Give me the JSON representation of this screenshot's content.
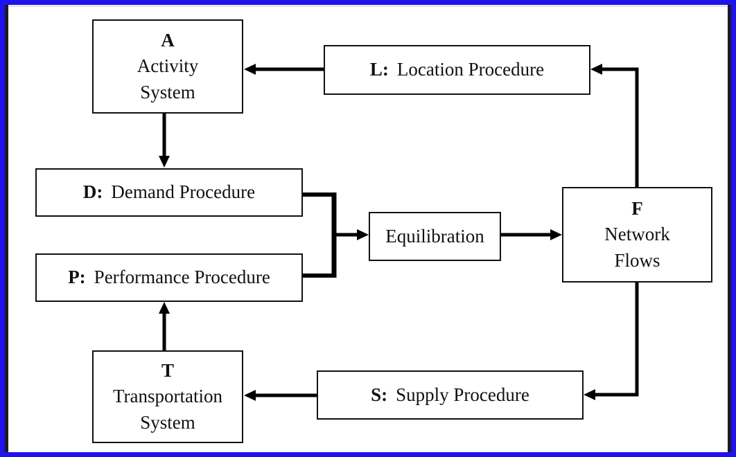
{
  "frame": {
    "border_color": "#2012ee",
    "side_strip_color": "#1b1b22",
    "top_strip_color": "#e9e9ec",
    "background": "#ffffff",
    "line_color": "#000000"
  },
  "nodes": {
    "activity": {
      "letter": "A",
      "line1": "Activity",
      "line2": "System"
    },
    "location": {
      "prefix": "L:",
      "label": "Location Procedure"
    },
    "demand": {
      "prefix": "D:",
      "label": "Demand Procedure"
    },
    "performance": {
      "prefix": "P:",
      "label": "Performance Procedure"
    },
    "equilibration": {
      "label": "Equilibration"
    },
    "network_flows": {
      "letter": "F",
      "line1": "Network",
      "line2": "Flows"
    },
    "transportation": {
      "letter": "T",
      "line1": "Transportation",
      "line2": "System"
    },
    "supply": {
      "prefix": "S:",
      "label": "Supply Procedure"
    }
  }
}
